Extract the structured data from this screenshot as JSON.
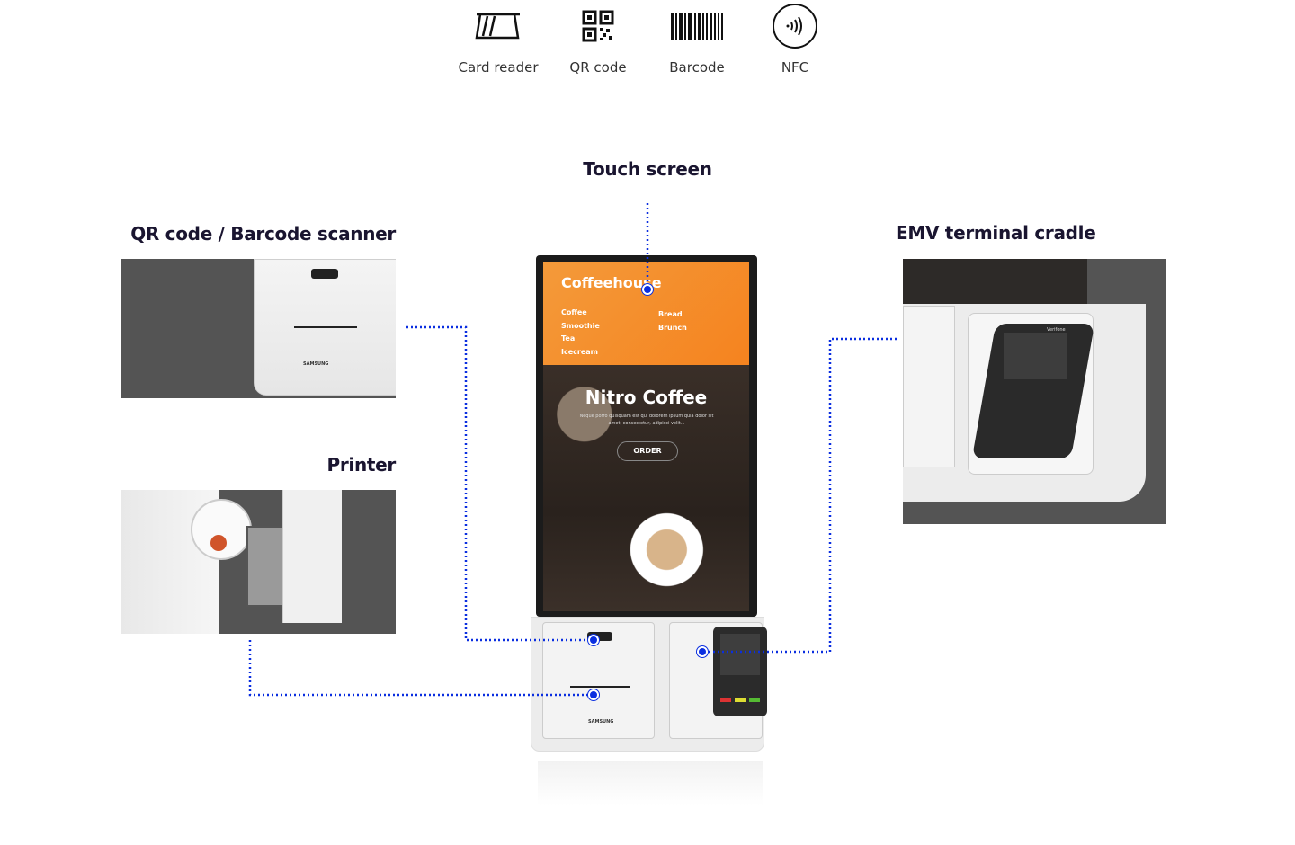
{
  "features": [
    {
      "icon": "card-reader-icon",
      "label": "Card reader"
    },
    {
      "icon": "qr-code-icon",
      "label": "QR code"
    },
    {
      "icon": "barcode-icon",
      "label": "Barcode"
    },
    {
      "icon": "nfc-icon",
      "label": "NFC"
    }
  ],
  "callouts": {
    "touch_screen": "Touch screen",
    "scanner": "QR code / Barcode scanner",
    "printer": "Printer",
    "emv": "EMV terminal cradle"
  },
  "screen": {
    "brand": "Coffeehouse",
    "menu_left": [
      "Coffee",
      "Smoothie",
      "Tea",
      "Icecream"
    ],
    "menu_right": [
      "Bread",
      "Brunch"
    ],
    "hero_title": "Nitro Coffee",
    "hero_text": "Neque porro quisquam est qui dolorem ipsum quia dolor sit amet, consectetur, adipisci velit...",
    "order_button": "ORDER"
  },
  "device": {
    "brand": "SAMSUNG",
    "terminal_brand": "Verifone"
  },
  "colors": {
    "accent_dot": "#0a2ee0",
    "screen_header": "#f5831f",
    "heading": "#1a1530"
  }
}
